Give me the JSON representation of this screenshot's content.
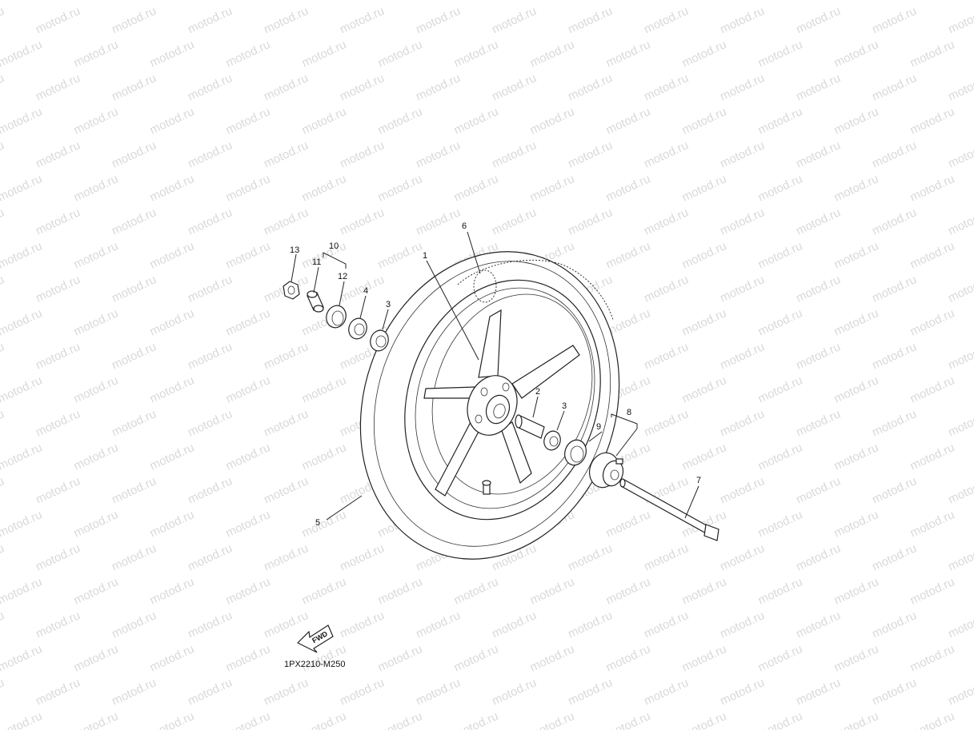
{
  "diagram": {
    "code": "1PX2210-M250",
    "watermark": "motod.ru",
    "fwd_label": "FWD",
    "callouts": {
      "c1": "1",
      "c2": "2",
      "c3a": "3",
      "c3b": "3",
      "c4": "4",
      "c5": "5",
      "c6": "6",
      "c7": "7",
      "c8": "8",
      "c9": "9",
      "c10": "10",
      "c11": "11",
      "c12": "12",
      "c13": "13"
    },
    "parts": [
      "wheel-cast",
      "collar",
      "bearing",
      "oil-seal",
      "tire",
      "tube",
      "axle-wheel",
      "gear-unit-assy",
      "oil-seal-gear",
      "collar-assy",
      "collar-11",
      "oil-seal-12",
      "nut-13"
    ]
  }
}
